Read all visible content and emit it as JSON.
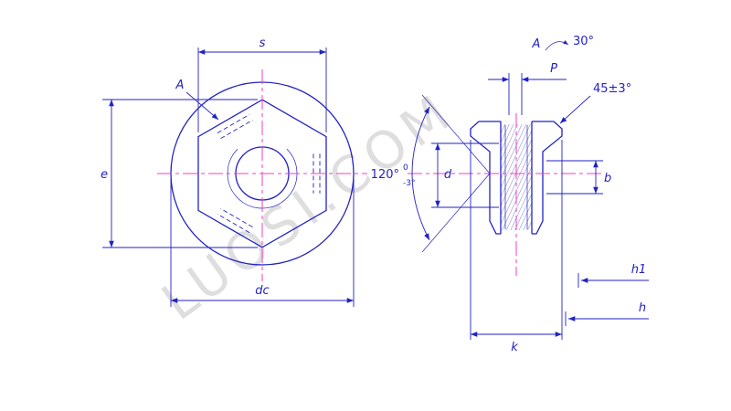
{
  "watermark": {
    "text": "LUOSI.COM"
  },
  "colors": {
    "line_blue": "#2222c4",
    "centerline_magenta": "#f43fc3",
    "watermark_gray": "#d9d9d9"
  },
  "front": {
    "s_label": "s",
    "a_label": "A",
    "e_label": "e",
    "dc_label": "dc"
  },
  "side": {
    "a_label": "A",
    "angle_30": "30°",
    "p_label": "P",
    "chamfer_angle": "45±3°",
    "cone_angle": "120°",
    "cone_tol_upper": "0",
    "cone_tol_lower": "-3°",
    "d_label": "d",
    "b_label": "b",
    "h1_label": "h1",
    "h_label": "h",
    "k_label": "k"
  }
}
